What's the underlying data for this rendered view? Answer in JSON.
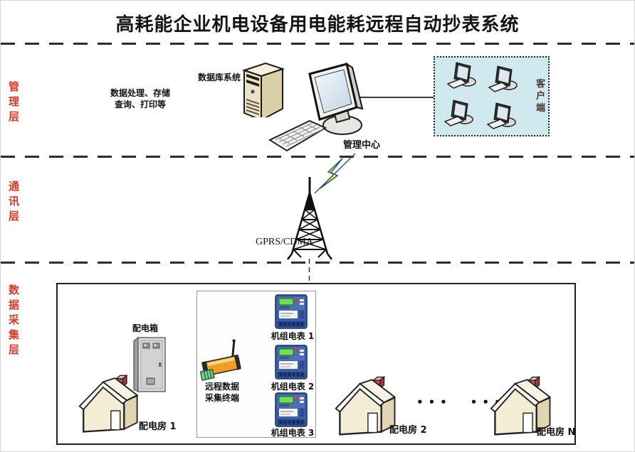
{
  "title": "高耗能企业机电设备用电能耗远程自动抄表系统",
  "layers": {
    "management": "管理层",
    "communication": "通讯层",
    "data_collection": "数据采集层"
  },
  "management": {
    "database_label": "数据库系统",
    "process_line1": "数据处理、存储",
    "process_line2": "查询、打印等",
    "center_label": "管理中心",
    "client_label": "客户端"
  },
  "communication": {
    "network_label": "GPRS/CDMA"
  },
  "data_collection": {
    "distribution_box_label": "配电箱",
    "room1_label": "配电房 1",
    "terminal_line1": "远程数据",
    "terminal_line2": "采集终端",
    "meter_labels": [
      "机组电表 1",
      "机组电表 2",
      "机组电表 3"
    ],
    "room2_label": "配电房 2",
    "roomN_label": "配电房 N",
    "dots": "•••"
  },
  "icons": {
    "server": "server-tower-icon",
    "monitor": "monitor-icon",
    "keyboard": "keyboard-icon",
    "client_pc": "client-computer-icon",
    "antenna": "antenna-tower-icon",
    "lightning": "lightning-bolt-icon",
    "cabinet": "distribution-cabinet-icon",
    "house": "house-icon",
    "terminal": "rtu-terminal-icon",
    "meter": "electric-meter-icon"
  },
  "colors": {
    "accent_red": "#e03528",
    "client_box_bg": "#cfe9ee",
    "lightning_yellow": "#f6ee3b",
    "terminal_orange": "#f09e2a",
    "meter_blue": "#3a5ea8",
    "meter_screen_green": "#6fdd55",
    "house_wall": "#f3edd6",
    "house_side": "#e0d5b2",
    "chimney_red": "#d94f4a",
    "server_beige": "#ebe2c3"
  }
}
